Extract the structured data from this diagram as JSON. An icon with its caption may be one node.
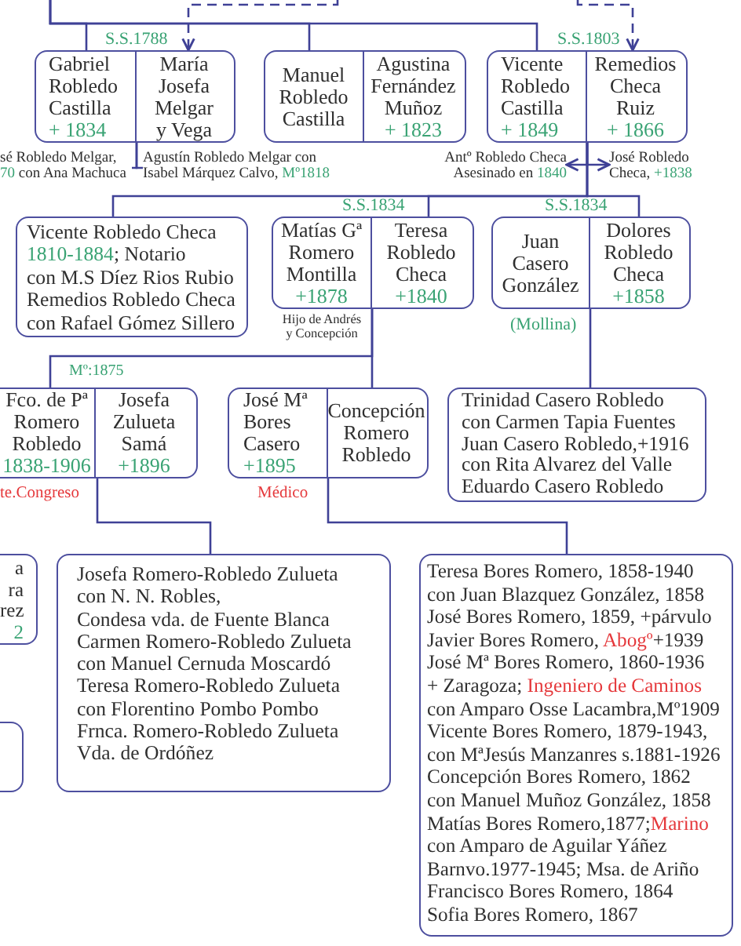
{
  "diagram": {
    "nodes": [
      {
        "text": [],
        "shape": "box",
        "beside": [
          "S.S.1788"
        ]
      },
      {
        "text": [
          "Gabriel Robledo Castilla",
          "+ 1834"
        ],
        "in": 0
      },
      {
        "text": [
          "María Josefa Melgar y Vega"
        ],
        "in": 0
      },
      {
        "text": [],
        "shape": "box"
      },
      {
        "text": [
          "Manuel Robledo Castilla"
        ],
        "in": 3
      },
      {
        "text": [
          "Agustina Fernández Muñoz",
          "+ 1823"
        ],
        "in": 3
      },
      {
        "text": [],
        "shape": "box",
        "beside": [
          "S.S.1803"
        ]
      },
      {
        "text": [
          "Vicente Robledo Castilla",
          "+ 1849"
        ],
        "in": 6
      },
      {
        "text": [
          "Remedios Checa Ruiz",
          "+ 1866"
        ],
        "in": 6
      },
      {
        "text": [
          "sé Robledo Melgar, 70 con Ana Machuca"
        ]
      },
      {
        "text": [
          "Agustín Robledo Melgar con Isabel Márquez Calvo, Mº1818"
        ]
      },
      {
        "text": [
          "Antº Robledo Checa Asesinado en 1840"
        ]
      },
      {
        "text": [
          "José Robledo Checa, +1838"
        ]
      },
      {
        "text": [
          "Vicente Robledo Checa",
          "1810-1884; Notario",
          "con M.S Díez Rios Rubio",
          "Remedios Robledo Checa",
          "con Rafael Gómez Sillero"
        ]
      },
      {
        "text": [],
        "shape": "box",
        "beside": [
          "S.S.1834"
        ]
      },
      {
        "text": [
          "Matías Gª Romero Montilla",
          "+1878"
        ],
        "in": 14,
        "beside": [
          "Hijo de Andrés y Concepción"
        ]
      },
      {
        "text": [
          "Teresa Robledo Checa",
          "+1840"
        ],
        "in": 14
      },
      {
        "text": [],
        "shape": "box",
        "beside": [
          "S.S.1834"
        ]
      },
      {
        "text": [
          "Juan Casero González"
        ],
        "in": 17,
        "beside": [
          "(Mollina)"
        ]
      },
      {
        "text": [
          "Dolores Robledo Checa",
          "+1858"
        ],
        "in": 17
      },
      {
        "text": [],
        "shape": "box",
        "beside": [
          "Mº:1875"
        ]
      },
      {
        "text": [
          "Fco. de Pª Romero Robledo",
          "1838-1906"
        ],
        "in": 20,
        "beside": [
          "te.Congreso"
        ]
      },
      {
        "text": [
          "Josefa Zulueta Samá",
          "+1896"
        ],
        "in": 20
      },
      {
        "text": [],
        "shape": "box"
      },
      {
        "text": [
          "José Mª Bores Casero",
          "+1895"
        ],
        "in": 23,
        "beside": [
          "Médico"
        ]
      },
      {
        "text": [
          "Concepción Romero Robledo"
        ],
        "in": 23
      },
      {
        "text": [
          "Trinidad Casero Robledo",
          "con Carmen Tapia Fuentes",
          "Juan Casero Robledo,+1916",
          "con Rita Alvarez del Valle",
          "Eduardo Casero Robledo"
        ]
      },
      {
        "text": [
          "a",
          "ra",
          "rez",
          "2"
        ]
      },
      {
        "text": [
          "Josefa Romero-Robledo Zulueta",
          "con N. N. Robles,",
          "Condesa vda. de Fuente Blanca",
          "Carmen Romero-Robledo Zulueta",
          "con Manuel Cernuda Moscardó",
          "Teresa Romero-Robledo Zulueta",
          "con Florentino Pombo Pombo",
          "Frnca. Romero-Robledo Zulueta",
          "Vda. de Ordóñez"
        ]
      },
      {
        "text": [
          "Teresa Bores Romero, 1858-1940",
          "con Juan Blazquez González, 1858",
          "José Bores Romero, 1859, +párvulo",
          "Javier Bores Romero, Abogº+1939",
          "José Mª Bores Romero, 1860-1936",
          "+ Zaragoza; Ingeniero de Caminos",
          "con Amparo Osse Lacambra,Mº1909",
          "Vicente Bores Romero, 1879-1943,",
          "con MªJesús Manzanres s.1881-1926",
          "Concepción Bores Romero, 1862",
          "con Manuel Muñoz González, 1858",
          "Matías Bores Romero,1877;Marino",
          "con Amparo de Aguilar Yáñez",
          "Barnvo.1977-1945; Msa. de Ariño",
          "Francisco Bores Romero, 1864",
          "Sofia Bores Romero, 1867"
        ]
      },
      {
        "text": [],
        "shape": "box"
      }
    ],
    "edges": [
      {
        "from": null,
        "to": 1,
        "arrow": "none"
      },
      {
        "from": null,
        "to": 4,
        "arrow": "none"
      },
      {
        "from": null,
        "to": 7,
        "arrow": "none"
      },
      {
        "from": null,
        "to": 2,
        "arrow": "to",
        "style": "dashed"
      },
      {
        "from": null,
        "to": 8,
        "arrow": "to",
        "style": "dashed"
      },
      {
        "from": 0,
        "to": 9,
        "arrow": "none"
      },
      {
        "from": 0,
        "to": 10,
        "arrow": "none"
      },
      {
        "from": 6,
        "to": 11,
        "arrow": "to"
      },
      {
        "from": 6,
        "to": 12,
        "arrow": "to"
      },
      {
        "from": 6,
        "to": 13,
        "arrow": "none"
      },
      {
        "from": 6,
        "to": 16,
        "arrow": "none"
      },
      {
        "from": 6,
        "to": 19,
        "arrow": "none"
      },
      {
        "from": 14,
        "to": 21,
        "arrow": "none"
      },
      {
        "from": 14,
        "to": 25,
        "arrow": "none"
      },
      {
        "from": 17,
        "to": 26,
        "arrow": "none"
      },
      {
        "from": 20,
        "to": 28,
        "arrow": "none"
      },
      {
        "from": 23,
        "to": 29,
        "arrow": "none"
      }
    ]
  }
}
